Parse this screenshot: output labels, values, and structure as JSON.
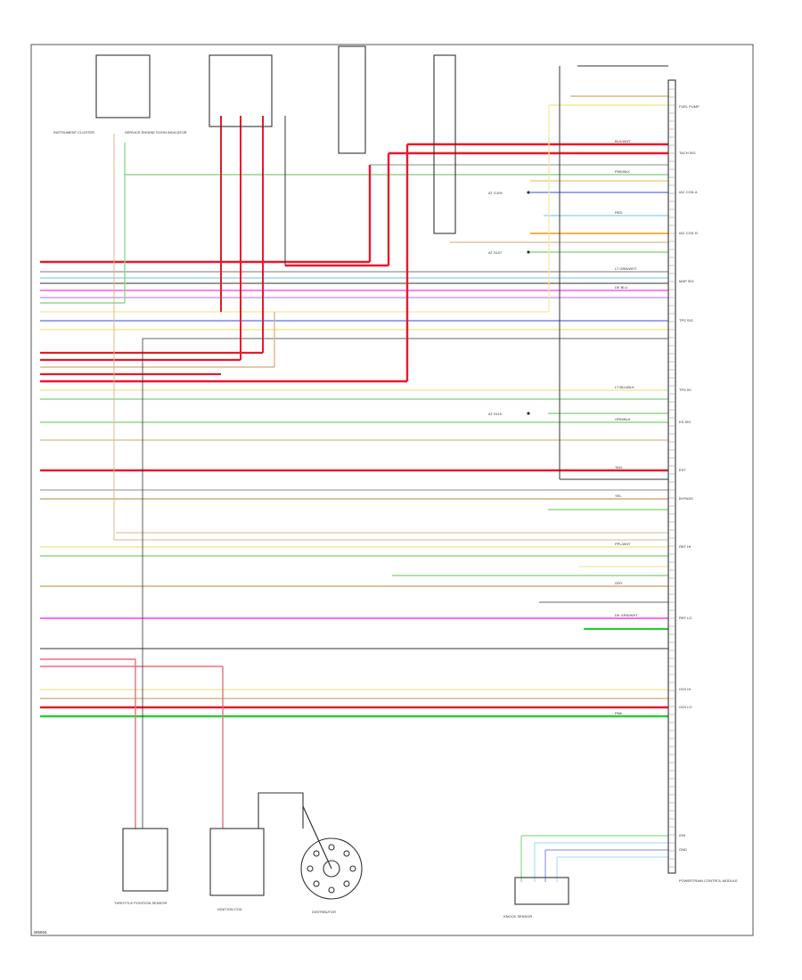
{
  "page": {
    "corner_code": "W5004",
    "colors": {
      "red": "#e8192c",
      "pink_red": "#f06c7c",
      "yellow": "#f3e79b",
      "tan": "#d9b98c",
      "green": "#8ed98a",
      "bright_green": "#2fc93a",
      "blue": "#7d86e6",
      "light_blue": "#9ad9ef",
      "magenta": "#ff55ee",
      "purple": "#c9a3e0",
      "gray": "#a5a5a5",
      "orange": "#f0b34a",
      "black": "#333333"
    }
  },
  "components": {
    "instrument_cluster": "INSTRUMENT CLUSTER",
    "service_engine_soon": "SERVICE ENGINE SOON INDICATOR",
    "powertrain_control_module": "POWERTRAIN CONTROL MODULE",
    "throttle_position_sensor": "THROTTLE POSITION SENSOR",
    "ignition_coil": "IGNITION COIL",
    "distributor": "DISTRIBUTOR",
    "knock_sensor": "KNOCK SENSOR"
  },
  "wires": [
    {
      "label": "BLK/WHT",
      "color": "black"
    },
    {
      "label": "PNK/BLK",
      "color": "pink_red"
    },
    {
      "label": "RED",
      "color": "red"
    },
    {
      "label": "LT GRN/WHT",
      "color": "green"
    },
    {
      "label": "DK BLU",
      "color": "blue"
    },
    {
      "label": "LT BLU/BLK",
      "color": "light_blue"
    },
    {
      "label": "ORN/BLK",
      "color": "orange"
    },
    {
      "label": "TAN",
      "color": "tan"
    },
    {
      "label": "YEL",
      "color": "yellow"
    },
    {
      "label": "PPL/WHT",
      "color": "purple"
    },
    {
      "label": "GRY",
      "color": "gray"
    },
    {
      "label": "DK GRN/WHT",
      "color": "bright_green"
    },
    {
      "label": "PNK",
      "color": "magenta"
    }
  ],
  "pcm_pins": [
    "FUEL PUMP",
    "TACH SIG",
    "IAC COIL A",
    "IAC COIL B",
    "MAP SIG",
    "TPS SIG",
    "TPS 5V",
    "KS SIG",
    "EST",
    "BYPASS",
    "REF HI",
    "REF LO",
    "O2S HI",
    "O2S LO",
    "IGN",
    "GND"
  ],
  "notes": [
    "AT G109",
    "AT S107",
    "AT S115"
  ]
}
